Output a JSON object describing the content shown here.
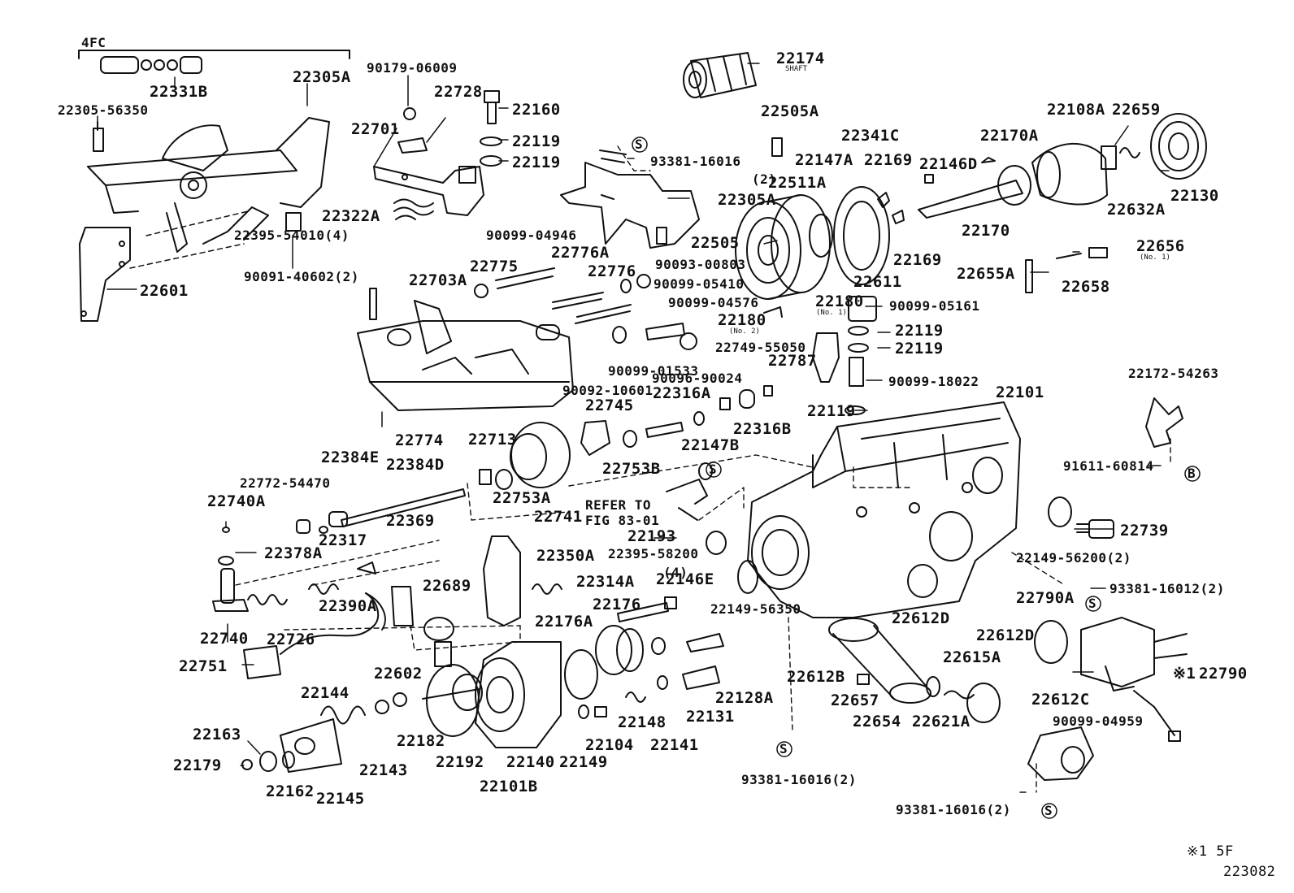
{
  "diagram": {
    "id_code": "223082",
    "footnote": "※1 5F",
    "group_label": "4FC",
    "reference_note": [
      "REFER TO",
      "FIG 83-01"
    ],
    "labels": {
      "p22331B": "22331B",
      "p22305A_a": "22305A",
      "p22305_56350": "22305-56350",
      "p22601": "22601",
      "p90179_06009": "90179-06009",
      "p22728": "22728",
      "p22701": "22701",
      "p22160": "22160",
      "p22119_a": "22119",
      "p22119_b": "22119",
      "p22322A": "22322A",
      "p90091_40602": "90091-40602(2)",
      "p22395_54010": "22395-54010(4)",
      "p90099_04946": "90099-04946",
      "p22775": "22775",
      "p22776A": "22776A",
      "p22703A": "22703A",
      "p22776": "22776",
      "p90093_00803": "90093-00803",
      "p90099_05410": "90099-05410",
      "p90099_04576": "90099-04576",
      "p22180_no2": "22180",
      "p22180_no2_note": "(No. 2)",
      "p22749_55050": "22749-55050",
      "p90099_01533": "90099-01533",
      "p90092_10601": "90092-10601",
      "p22774": "22774",
      "p22174": "22174",
      "p22174_note": "SHAFT",
      "p93381_16016_top": "93381-16016",
      "p93381_16016_top_qty": "(2)",
      "p22305A_b": "22305A",
      "p22505A": "22505A",
      "p22505": "22505",
      "p22511A": "22511A",
      "p22147A": "22147A",
      "p22341C": "22341C",
      "p22169_a": "22169",
      "p22169_b": "22169",
      "p22611": "22611",
      "p22180_no1": "22180",
      "p22180_no1_note": "(No. 1)",
      "p22146D": "22146D",
      "p22170A": "22170A",
      "p22108A": "22108A",
      "p22659": "22659",
      "p22130": "22130",
      "p22632A": "22632A",
      "p22170": "22170",
      "p22656": "22656",
      "p22656_note": "(No. 1)",
      "p22655A": "22655A",
      "p22658": "22658",
      "p90099_05161": "90099-05161",
      "p22119_c": "22119",
      "p22119_d": "22119",
      "p22787": "22787",
      "p90096_90024": "90096-90024",
      "p90099_18022": "90099-18022",
      "p22119_e": "22119",
      "p22101": "22101",
      "p22172_54263": "22172-54263",
      "p91611_60814": "91611-60814",
      "p22745": "22745",
      "p22316A": "22316A",
      "p22316B": "22316B",
      "p22147B": "22147B",
      "p22753B": "22753B",
      "p22713": "22713",
      "p22753A": "22753A",
      "p22741": "22741",
      "p22384E": "22384E",
      "p22384D": "22384D",
      "p22772_54470": "22772-54470",
      "p22740A": "22740A",
      "p22378A": "22378A",
      "p22317": "22317",
      "p22369": "22369",
      "p22193": "22193",
      "p22395_58200": "22395-58200",
      "p22395_58200_qty": "(4)",
      "p22146E": "22146E",
      "p22350A": "22350A",
      "p22314A": "22314A",
      "p22689": "22689",
      "p22390A": "22390A",
      "p22176": "22176",
      "p22176A": "22176A",
      "p22740": "22740",
      "p22726": "22726",
      "p22751": "22751",
      "p22602": "22602",
      "p22149_56350": "22149-56350",
      "p22612D_a": "22612D",
      "p22612D_b": "22612D",
      "p22612B": "22612B",
      "p22128A": "22128A",
      "p22131": "22131",
      "p22148": "22148",
      "p22141": "22141",
      "p22104": "22104",
      "p22140": "22140",
      "p22149": "22149",
      "p22101B": "22101B",
      "p22192": "22192",
      "p22182": "22182",
      "p22143": "22143",
      "p22144": "22144",
      "p22163": "22163",
      "p22179": "22179",
      "p22162": "22162",
      "p22145": "22145",
      "p22657": "22657",
      "p22654": "22654",
      "p22615A": "22615A",
      "p22621A": "22621A",
      "p93381_16016_bottom": "93381-16016(2)",
      "p22739": "22739",
      "p22149_56200": "22149-56200(2)",
      "p93381_16012": "93381-16012(2)",
      "p22790A": "22790A",
      "p22790": "22790",
      "p22790_mark": "※1",
      "p22612C": "22612C",
      "p90099_04959": "90099-04959",
      "p93381_16016_br": "93381-16016(2)"
    },
    "symbols": {
      "s_mark": "S",
      "b_mark": "B"
    }
  }
}
